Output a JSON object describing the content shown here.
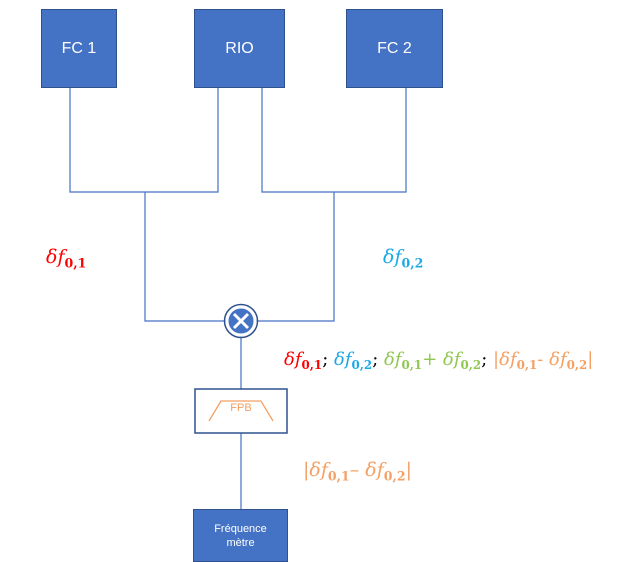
{
  "blocks": {
    "fc1": "FC 1",
    "rio": "RIO",
    "fc2": "FC 2",
    "filter": "FPB",
    "meter_line1": "Fréquence",
    "meter_line2": "mètre"
  },
  "labels": {
    "delta": "δ",
    "f": "f",
    "sub1": "0,1",
    "sub2": "0,2",
    "semicolon": ";",
    "plus": "+",
    "minus_hyphen": "-",
    "minus": "–",
    "bar": "|"
  },
  "colors": {
    "box_fill": "#4472c4",
    "box_border": "#2f528f",
    "line": "#4472c4",
    "red": "#ff0000",
    "cyan": "#1ba9e6",
    "green": "#8fc750",
    "orange": "#f4a064"
  },
  "icons": {
    "mixer": "mixer-x-circle-icon",
    "filter": "lowpass-trapezoid-icon"
  }
}
